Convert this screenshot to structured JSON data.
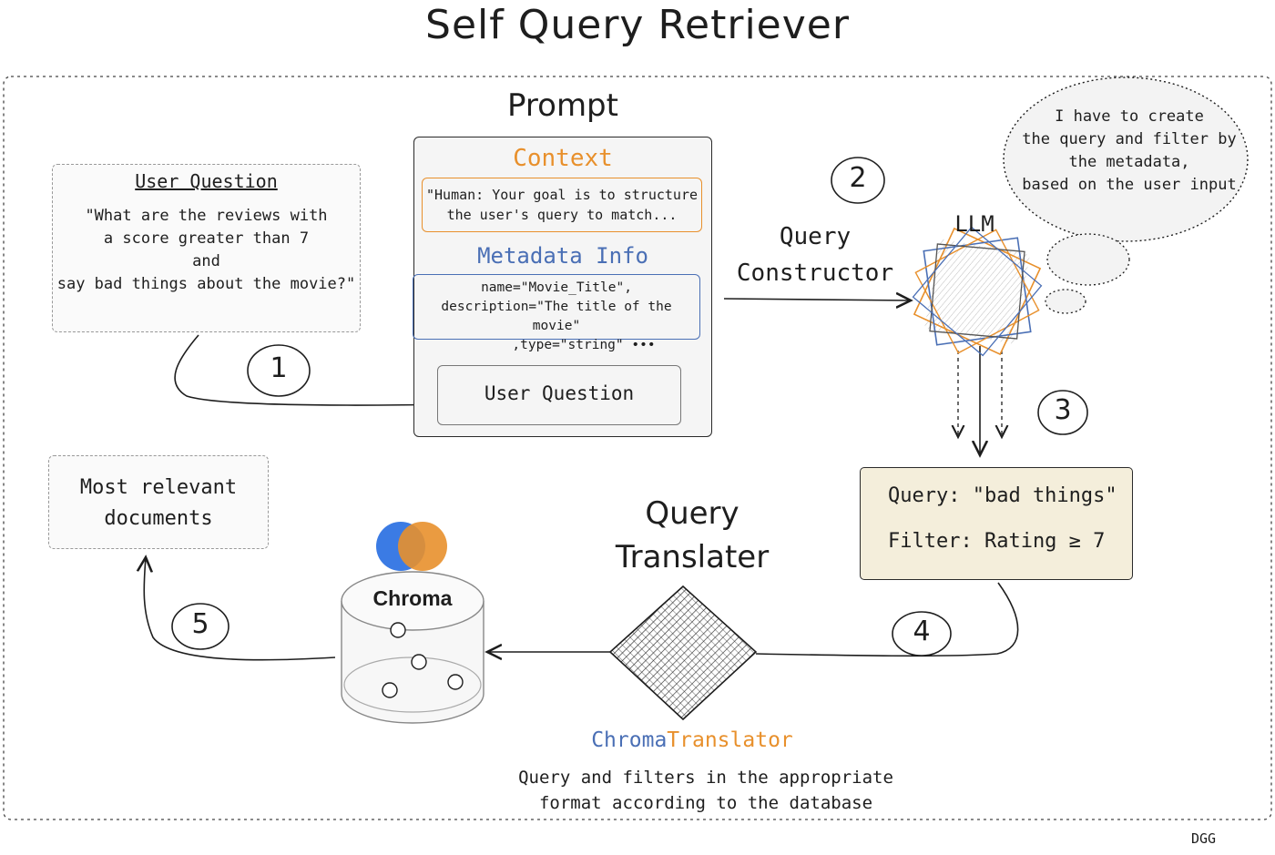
{
  "title": "Self Query Retriever",
  "user_question_box": {
    "heading": "User Question",
    "lines": [
      "\"What are the reviews with",
      "a score greater than 7",
      "and",
      "say bad things about the movie?\""
    ]
  },
  "prompt": {
    "heading": "Prompt",
    "context_label": "Context",
    "context_lines": [
      "\"Human: Your goal is to structure",
      "the user's query to match..."
    ],
    "metadata_label": "Metadata Info",
    "metadata_lines": [
      "name=\"Movie_Title\",",
      "description=\"The title of the movie\"",
      ",type=\"string\"  •••"
    ],
    "user_question_label": "User Question"
  },
  "query_constructor": {
    "lines": [
      "Query",
      "Constructor"
    ]
  },
  "llm": {
    "label": "LLM"
  },
  "thought": {
    "lines": [
      "I have to create",
      "the query and filter by",
      "the metadata,",
      "based on the user input"
    ]
  },
  "result_box": {
    "query_line": "Query: \"bad things\"",
    "filter_line": "Filter: Rating ≥ 7"
  },
  "query_translater": {
    "lines": [
      "Query",
      "Translater"
    ]
  },
  "chroma_translator": {
    "part1": "Chroma",
    "part2": "Translator"
  },
  "translator_caption": [
    "Query and filters in the appropriate",
    "format according to the database"
  ],
  "chroma": {
    "label": "Chroma"
  },
  "most_relevant": {
    "lines": [
      "Most relevant",
      "documents"
    ]
  },
  "steps": [
    "1",
    "2",
    "3",
    "4",
    "5"
  ],
  "signature": "DGG",
  "colors": {
    "orange": "#e8902c",
    "blue": "#4a6fb5",
    "chroma_blue": "#3b7be4",
    "result_fill": "#f4eedb"
  }
}
